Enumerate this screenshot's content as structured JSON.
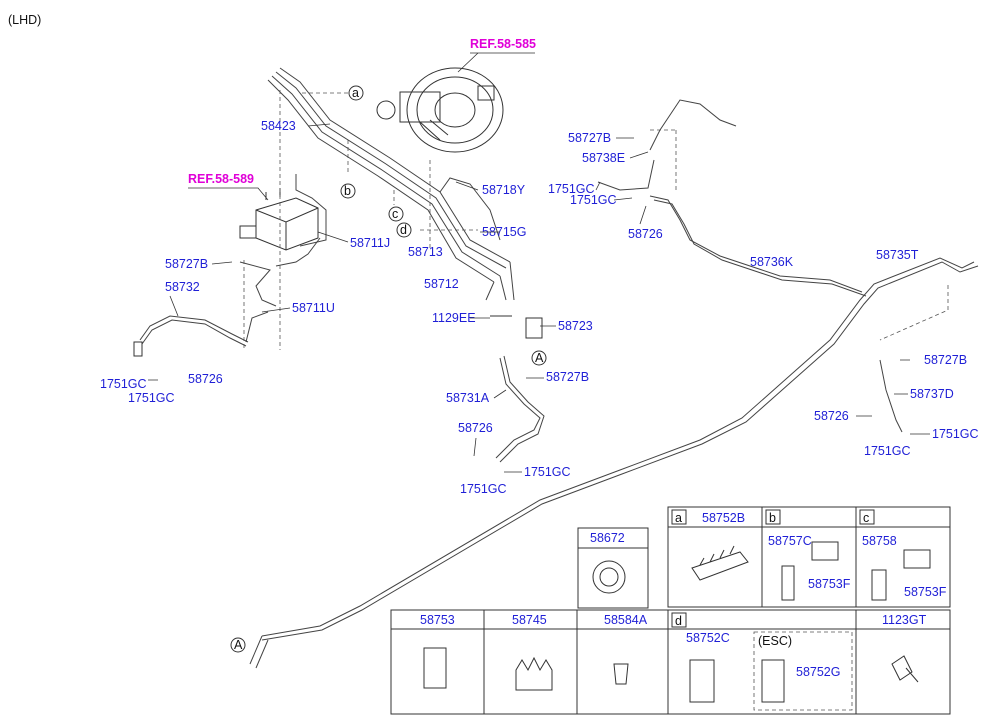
{
  "header": {
    "variant": "(LHD)"
  },
  "refs": [
    "REF.58-585",
    "REF.58-589"
  ],
  "callouts": {
    "p58423": "58423",
    "p58718Y": "58718Y",
    "p58711J": "58711J",
    "p58727B_1": "58727B",
    "p58732": "58732",
    "p58711U": "58711U",
    "p1751GC_1": "1751GC",
    "p58726_1": "58726",
    "p1751GC_2": "1751GC",
    "p58715G": "58715G",
    "p58713": "58713",
    "p58712": "58712",
    "p1129EE": "1129EE",
    "p58723": "58723",
    "p58727B_2": "58727B",
    "p58731A": "58731A",
    "p58726_2": "58726",
    "p1751GC_3": "1751GC",
    "p1751GC_4": "1751GC",
    "p58727B_3": "58727B",
    "p58738E": "58738E",
    "p1751GC_5": "1751GC",
    "p1751GC_6": "1751GC",
    "p58726_3": "58726",
    "p58736K": "58736K",
    "p58735T": "58735T",
    "p58727B_4": "58727B",
    "p58737D": "58737D",
    "p58726_4": "58726",
    "p1751GC_7": "1751GC",
    "p1751GC_8": "1751GC"
  },
  "markers": {
    "a": "a",
    "b": "b",
    "c": "c",
    "d": "d",
    "A": "A"
  },
  "table": {
    "single": "58672",
    "a": {
      "letter": "a",
      "part": "58752B"
    },
    "b": {
      "letter": "b",
      "part1": "58757C",
      "part2": "58753F"
    },
    "c": {
      "letter": "c",
      "part1": "58758",
      "part2": "58753F"
    },
    "bottom": [
      "58753",
      "58745",
      "58584A"
    ],
    "d": {
      "letter": "d",
      "part": "58752C",
      "esc": "(ESC)",
      "esc_part": "58752G"
    },
    "last": "1123GT"
  },
  "colors": {
    "label": "#1f1fd6",
    "ref": "#e000d8"
  }
}
